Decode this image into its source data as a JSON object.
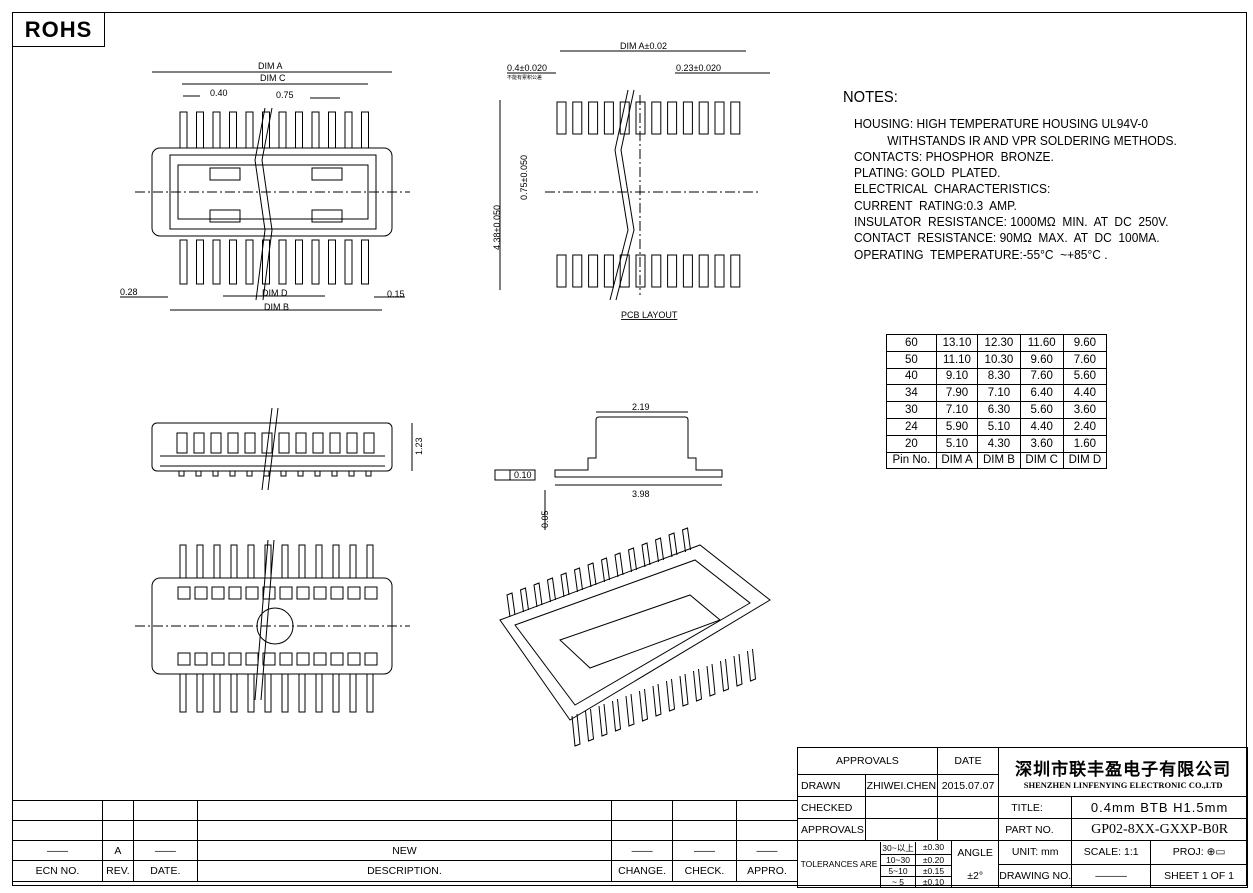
{
  "rohs": "ROHS",
  "drawing_labels": {
    "dim_a": "DIM A",
    "dim_c": "DIM C",
    "dim_b": "DIM B",
    "dim_d": "DIM D",
    "pitch": "0.40",
    "d075": "0.75",
    "d028": "0.28",
    "d015": "0.15",
    "pcb_dim_a": "DIM A±0.02",
    "pcb_pitch": "0.4±0.020",
    "pcb_pitch_note": "不能有累积公差",
    "pcb_pad": "0.23±0.020",
    "pcb_len": "4.38±0.050",
    "pcb_gap": "0.75±0.050",
    "pcb_title": "PCB LAYOUT",
    "height": "1.23",
    "width219": "2.19",
    "width398": "3.98",
    "flat": "0.10",
    "d005": "0.05"
  },
  "notes": {
    "title": "NOTES:",
    "lines": [
      "HOUSING: HIGH TEMPERATURE HOUSING UL94V-0",
      "          WITHSTANDS IR AND VPR SOLDERING METHODS.",
      "CONTACTS: PHOSPHOR  BRONZE.",
      "PLATING: GOLD  PLATED.",
      "ELECTRICAL  CHARACTERISTICS:",
      "CURRENT  RATING:0.3  AMP.",
      "INSULATOR  RESISTANCE: 1000MΩ  MIN.  AT  DC  250V.",
      "CONTACT  RESISTANCE: 90MΩ  MAX.  AT  DC  100MA.",
      "OPERATING  TEMPERATURE:-55°C  ~+85°C ."
    ]
  },
  "dim_table": {
    "rows": [
      [
        "60",
        "13.10",
        "12.30",
        "11.60",
        "9.60"
      ],
      [
        "50",
        "11.10",
        "10.30",
        "9.60",
        "7.60"
      ],
      [
        "40",
        "9.10",
        "8.30",
        "7.60",
        "5.60"
      ],
      [
        "34",
        "7.90",
        "7.10",
        "6.40",
        "4.40"
      ],
      [
        "30",
        "7.10",
        "6.30",
        "5.60",
        "3.60"
      ],
      [
        "24",
        "5.90",
        "5.10",
        "4.40",
        "2.40"
      ],
      [
        "20",
        "5.10",
        "4.30",
        "3.60",
        "1.60"
      ]
    ],
    "header": [
      "Pin No.",
      "DIM A",
      "DIM B",
      "DIM C",
      "DIM D"
    ]
  },
  "revision": {
    "row": [
      "——",
      "A",
      "——",
      "NEW",
      "——",
      "——",
      "——"
    ],
    "header": [
      "ECN NO.",
      "REV.",
      "DATE.",
      "DESCRIPTION.",
      "CHANGE.",
      "CHECK.",
      "APPRO."
    ]
  },
  "title_block": {
    "approvals": "APPROVALS",
    "date": "DATE",
    "drawn": "DRAWN",
    "drawn_by": "ZHIWEI.CHEN",
    "drawn_date": "2015.07.07",
    "checked": "CHECKED",
    "approvals2": "APPROVALS",
    "tolerances": "TOLERANCES ARE",
    "tol": [
      [
        "30~以上",
        "±0.30"
      ],
      [
        "10~30",
        "±0.20"
      ],
      [
        "5~10",
        "±0.15"
      ],
      [
        "~ 5",
        "±0.10"
      ]
    ],
    "angle": "ANGLE",
    "angle_val": "±2°",
    "company_cn": "深圳市联丰盈电子有限公司",
    "company_en": "SHENZHEN LINFENYING ELECTRONIC CO.,LTD",
    "title_label": "TITLE:",
    "title": "0.4mm BTB H1.5mm",
    "part_label": "PART NO.",
    "part_no": "GP02-8XX-GXXP-B0R",
    "unit": "UNIT: mm",
    "scale_label": "SCALE:",
    "scale": "1:1",
    "proj": "PROJ:",
    "drawing_no": "DRAWING NO.",
    "drawing_no_val": "———",
    "sheet": "SHEET  1  OF  1"
  }
}
